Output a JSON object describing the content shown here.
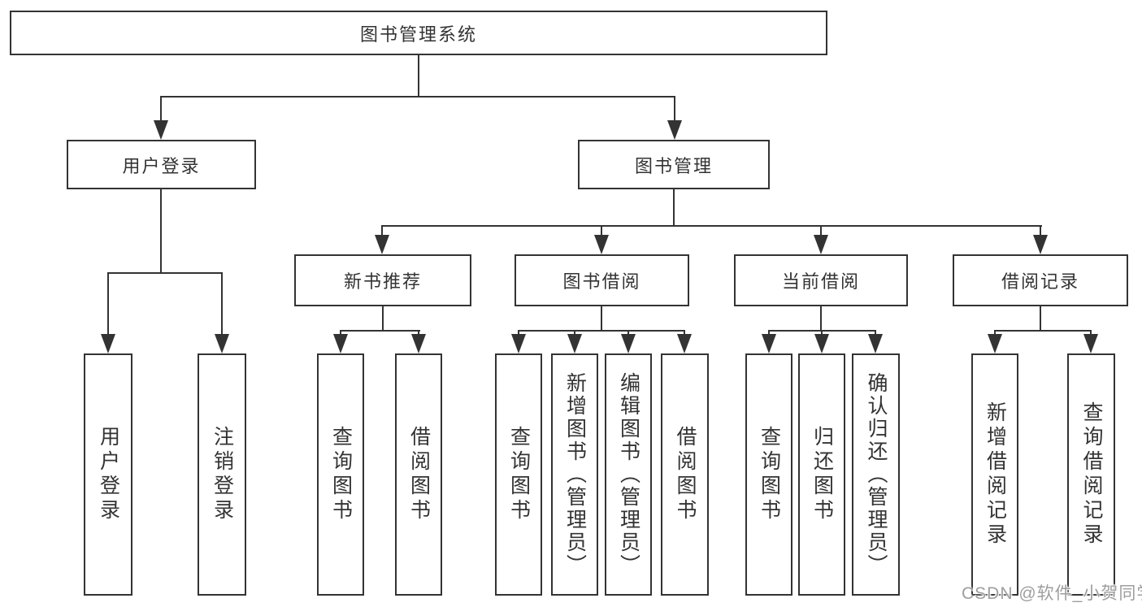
{
  "tree": {
    "root": {
      "label": "图书管理系统"
    },
    "branches": [
      {
        "label": "用户登录",
        "children": [
          {
            "label": "用户登录"
          },
          {
            "label": "注销登录"
          }
        ]
      },
      {
        "label": "图书管理",
        "children": [
          {
            "label": "新书推荐",
            "children": [
              {
                "label": "查询图书"
              },
              {
                "label": "借阅图书"
              }
            ]
          },
          {
            "label": "图书借阅",
            "children": [
              {
                "label": "查询图书"
              },
              {
                "label": "新增图书（管理员）"
              },
              {
                "label": "编辑图书（管理员）"
              },
              {
                "label": "借阅图书"
              }
            ]
          },
          {
            "label": "当前借阅",
            "children": [
              {
                "label": "查询图书"
              },
              {
                "label": "归还图书"
              },
              {
                "label": "确认归还（管理员）"
              }
            ]
          },
          {
            "label": "借阅记录",
            "children": [
              {
                "label": "新增借阅记录"
              },
              {
                "label": "查询借阅记录"
              }
            ]
          }
        ]
      }
    ]
  },
  "watermark": {
    "text": "CSDN @软件_小贺同学"
  },
  "colors": {
    "line": "#333333",
    "text": "#333333",
    "watermark": "#9e9e9e"
  }
}
